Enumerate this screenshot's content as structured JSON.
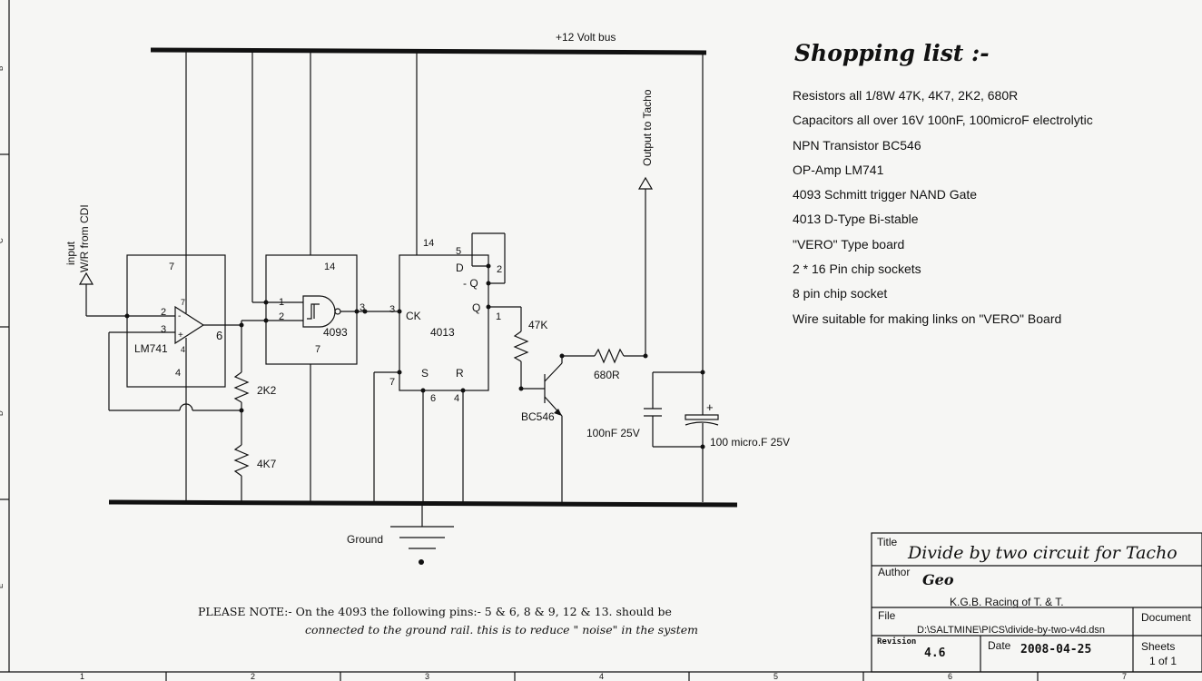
{
  "bus_label": "+12 Volt bus",
  "ground_label": "Ground",
  "input_label": "input",
  "input_source": "W/R from CDI",
  "output_label": "Output to Tacho",
  "opamp": {
    "name": "LM741",
    "pin7": "7",
    "pin2": "2",
    "pin3": "3",
    "pin4": "4",
    "pin6": "6",
    "pin_top": "7",
    "pin_bottom": "4",
    "minus": "-",
    "plus": "+"
  },
  "nand": {
    "name": "4093",
    "pin14": "14",
    "pin1": "1",
    "pin2": "2",
    "pin3": "3",
    "pin7": "7"
  },
  "flipflop": {
    "name": "4013",
    "pin14": "14",
    "pin5": "5",
    "d": "D",
    "nq": "- Q",
    "pin2": "2",
    "q": "Q",
    "pin1": "1",
    "pin3": "3",
    "ck": "CK",
    "pin7": "7",
    "s": "S",
    "r": "R",
    "pin6": "6",
    "pin4": "4"
  },
  "resistors": {
    "r2k2": "2K2",
    "r4k7": "4K7",
    "r47k": "47K",
    "r680": "680R"
  },
  "transistor": "BC546",
  "cap1": "100nF  25V",
  "cap2": "100 micro.F 25V",
  "cap_plus": "+",
  "shopping_title": "Shopping list :-",
  "shopping_items": [
    "Resistors all 1/8W   47K, 4K7, 2K2, 680R",
    "Capacitors all over 16V 100nF, 100microF electrolytic",
    "NPN Transistor BC546",
    "OP-Amp LM741",
    "4093 Schmitt trigger NAND Gate",
    "4013 D-Type Bi-stable",
    "\"VERO\" Type board",
    "2 * 16 Pin chip sockets",
    "8 pin chip socket",
    "Wire suitable for making links on \"VERO\" Board"
  ],
  "note_line1": "PLEASE NOTE:-  On the 4093 the following pins:-  5 & 6, 8 & 9, 12 & 13. should be",
  "note_line2": "connected to the ground rail. this is to reduce \" noise\"  in the system",
  "title_block": {
    "title_label": "Title",
    "title": "Divide by two circuit for Tacho",
    "author_label": "Author",
    "author": "Geo",
    "org": "K.G.B. Racing of T. & T.",
    "file_label": "File",
    "file": "D:\\SALTMINE\\PICS\\divide-by-two-v4d.dsn",
    "document_label": "Document",
    "revision_label": "Revision",
    "revision": "4.6",
    "date_label": "Date",
    "date": "2008-04-25",
    "sheets_label": "Sheets",
    "sheets": "1 of 1"
  },
  "border_cols": [
    "1",
    "2",
    "3",
    "4",
    "5",
    "6",
    "7"
  ],
  "border_rows": [
    "B",
    "C",
    "D",
    "E"
  ]
}
